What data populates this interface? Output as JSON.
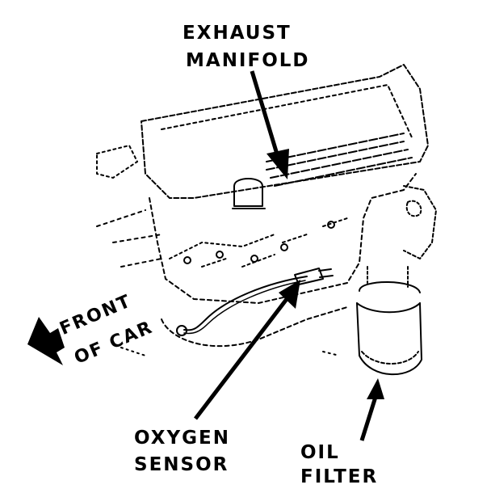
{
  "labels": {
    "exhaust_manifold": [
      "EXHAUST",
      "MANIFOLD"
    ],
    "front_of_car": [
      "FRONT",
      "OF CAR"
    ],
    "oxygen_sensor": [
      "OXYGEN",
      "SENSOR"
    ],
    "oil_filter": [
      "OIL",
      "FILTER"
    ]
  },
  "colors": {
    "ink": "#000000",
    "paper": "#ffffff"
  }
}
